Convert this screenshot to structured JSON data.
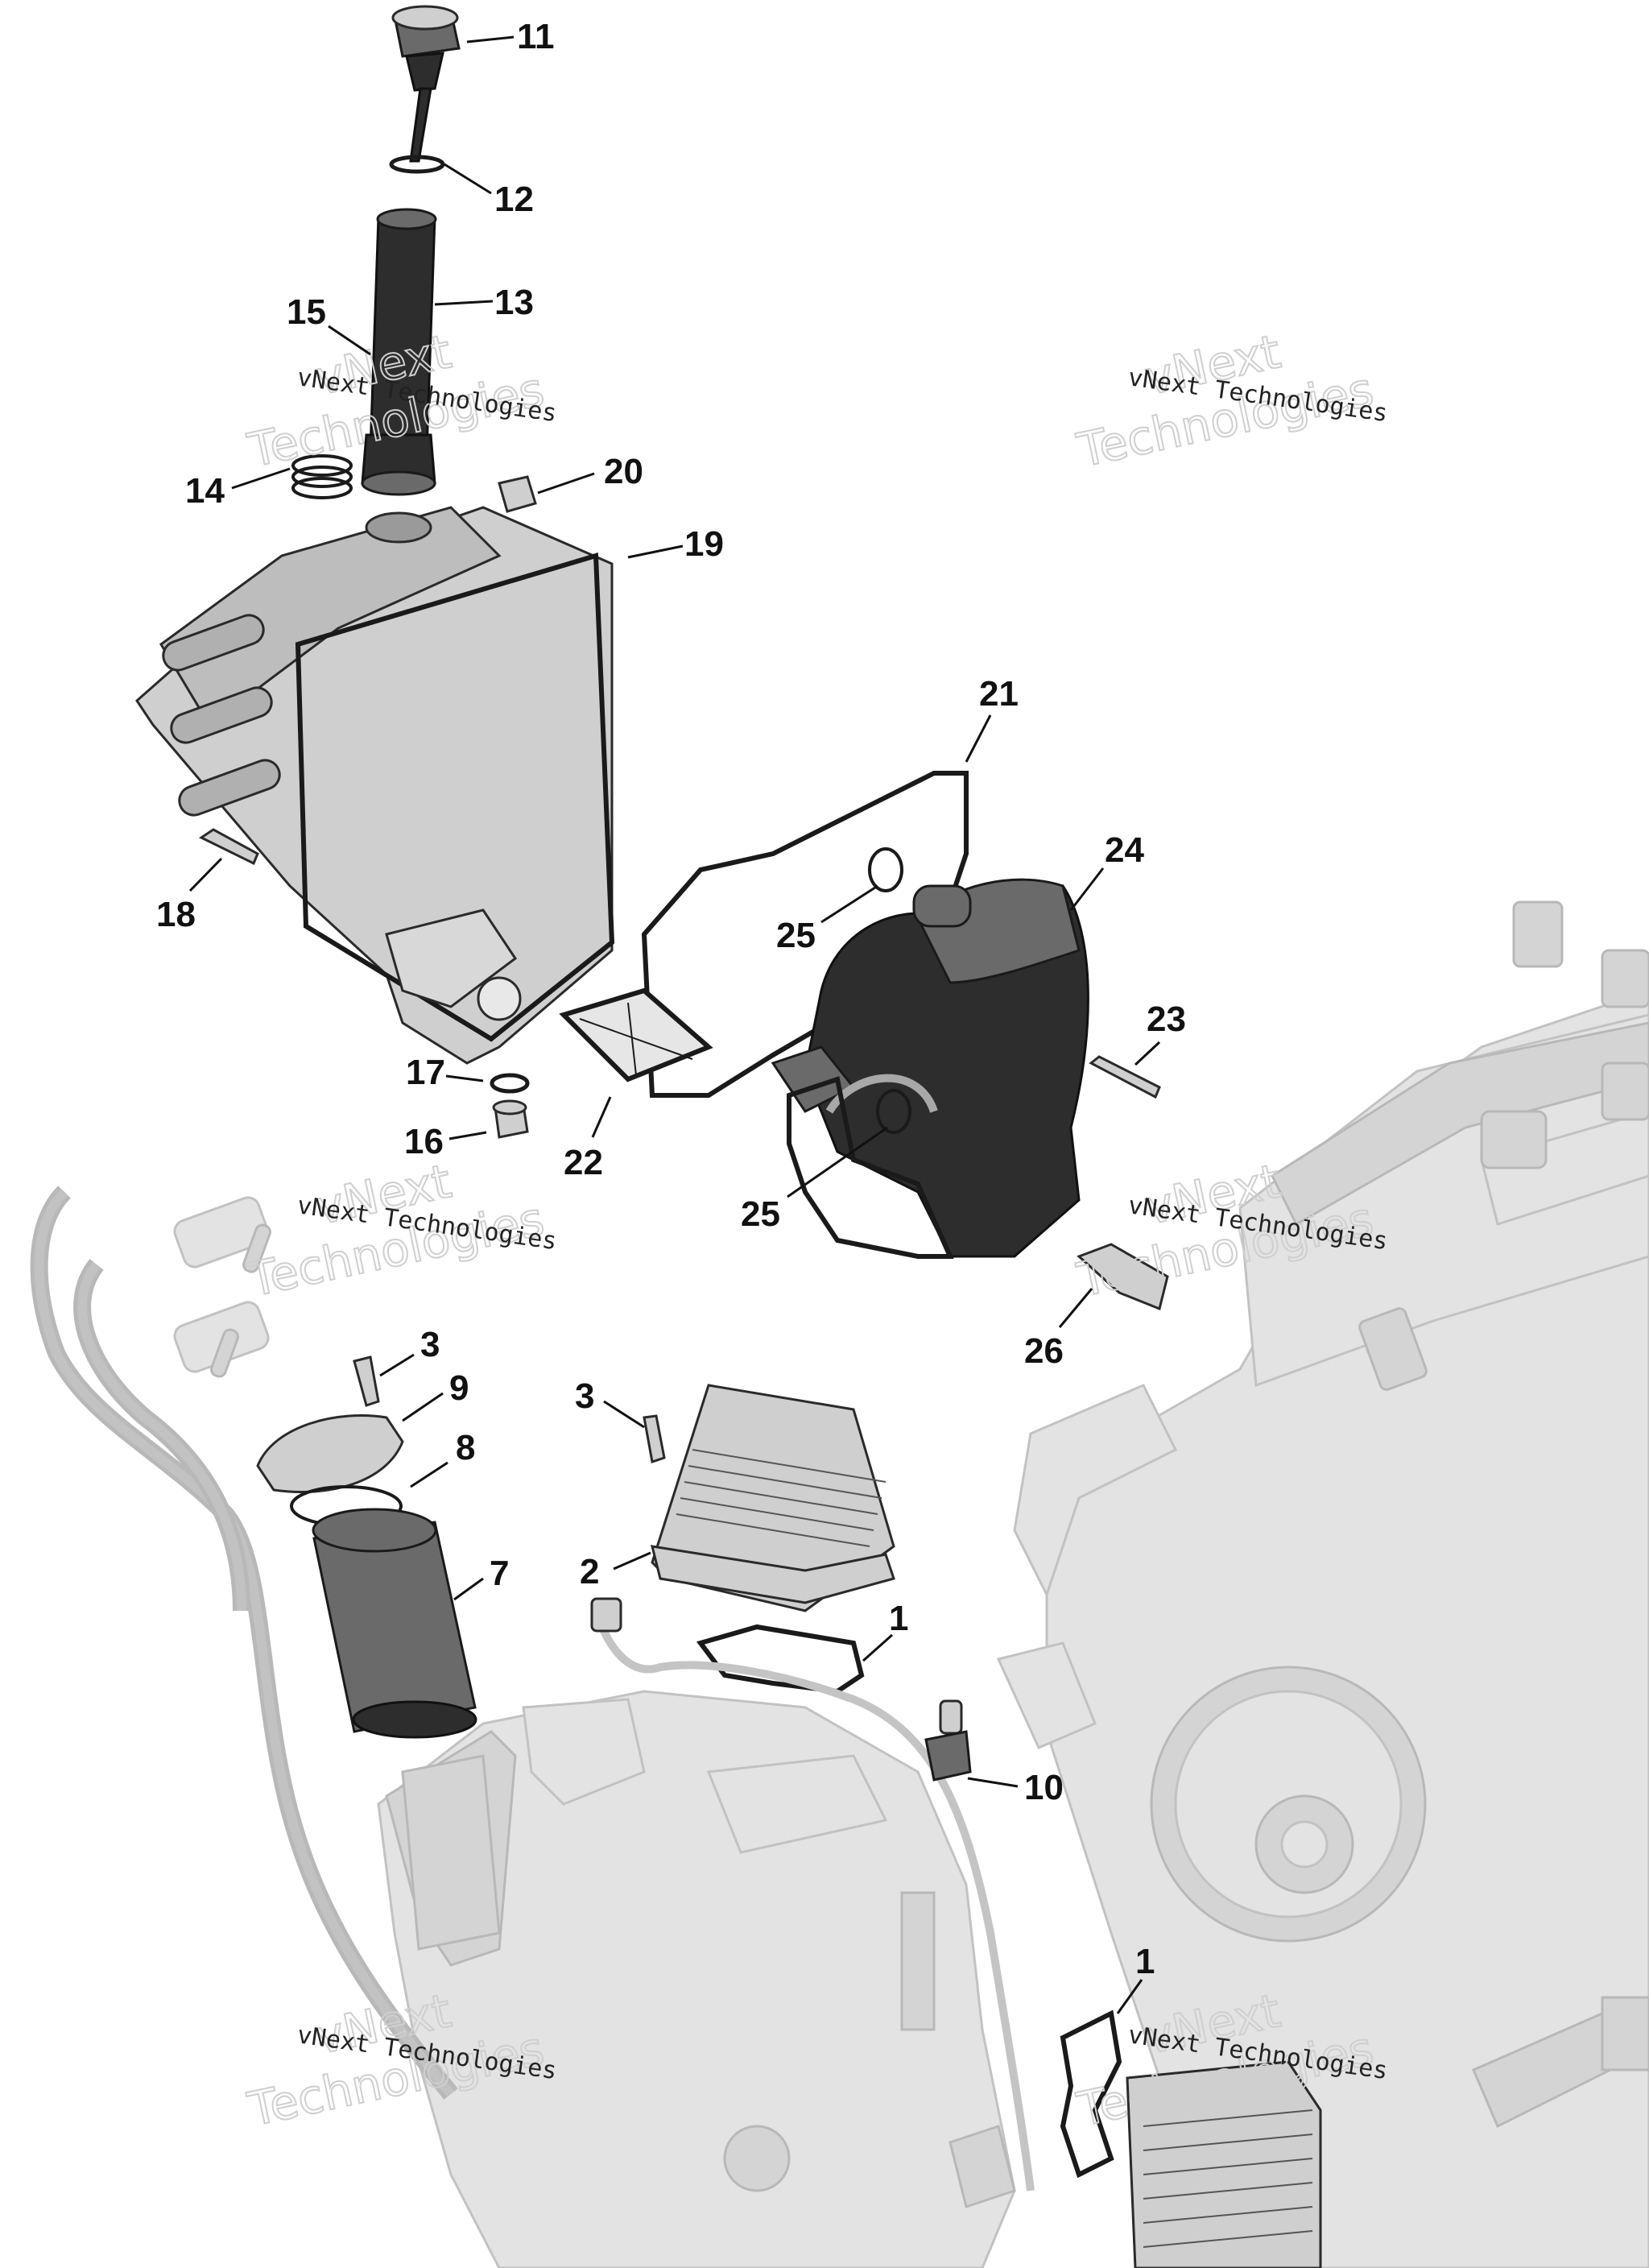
{
  "callouts": [
    {
      "id": "c11",
      "label": "11"
    },
    {
      "id": "c12",
      "label": "12"
    },
    {
      "id": "c13",
      "label": "13"
    },
    {
      "id": "c15",
      "label": "15"
    },
    {
      "id": "c14",
      "label": "14"
    },
    {
      "id": "c20",
      "label": "20"
    },
    {
      "id": "c19",
      "label": "19"
    },
    {
      "id": "c21",
      "label": "21"
    },
    {
      "id": "c24",
      "label": "24"
    },
    {
      "id": "c25a",
      "label": "25"
    },
    {
      "id": "c18",
      "label": "18"
    },
    {
      "id": "c23",
      "label": "23"
    },
    {
      "id": "c17",
      "label": "17"
    },
    {
      "id": "c16",
      "label": "16"
    },
    {
      "id": "c22",
      "label": "22"
    },
    {
      "id": "c25b",
      "label": "25"
    },
    {
      "id": "c26",
      "label": "26"
    },
    {
      "id": "c3a",
      "label": "3"
    },
    {
      "id": "c9",
      "label": "9"
    },
    {
      "id": "c3b",
      "label": "3"
    },
    {
      "id": "c8",
      "label": "8"
    },
    {
      "id": "c7",
      "label": "7"
    },
    {
      "id": "c2",
      "label": "2"
    },
    {
      "id": "c1a",
      "label": "1"
    },
    {
      "id": "c10",
      "label": "10"
    },
    {
      "id": "c1b",
      "label": "1"
    }
  ],
  "watermark": {
    "small": "vNext Technologies",
    "big_line1": "vNext",
    "big_line2": "Technologies"
  },
  "colors": {
    "ink": "#111111",
    "ghost_part": "#e3e3e3",
    "dark_part": "#2d2d2d"
  }
}
